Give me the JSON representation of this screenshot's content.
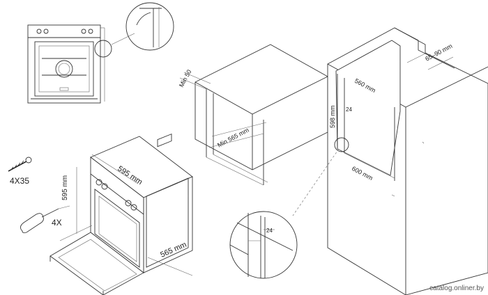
{
  "labels": {
    "min50": "Min 50",
    "min565": "Min 565 mm",
    "w560": "560 mm",
    "w598": "598 mm",
    "w600": "600 mm",
    "d24a": "24",
    "d24b": "24",
    "r6590": "65–90 mm",
    "oven_w": "595 mm",
    "oven_h": "595 mm",
    "oven_d": "565 mm",
    "screws": "4X35",
    "qty": "4X"
  },
  "watermark": "catalog.onliner.by"
}
